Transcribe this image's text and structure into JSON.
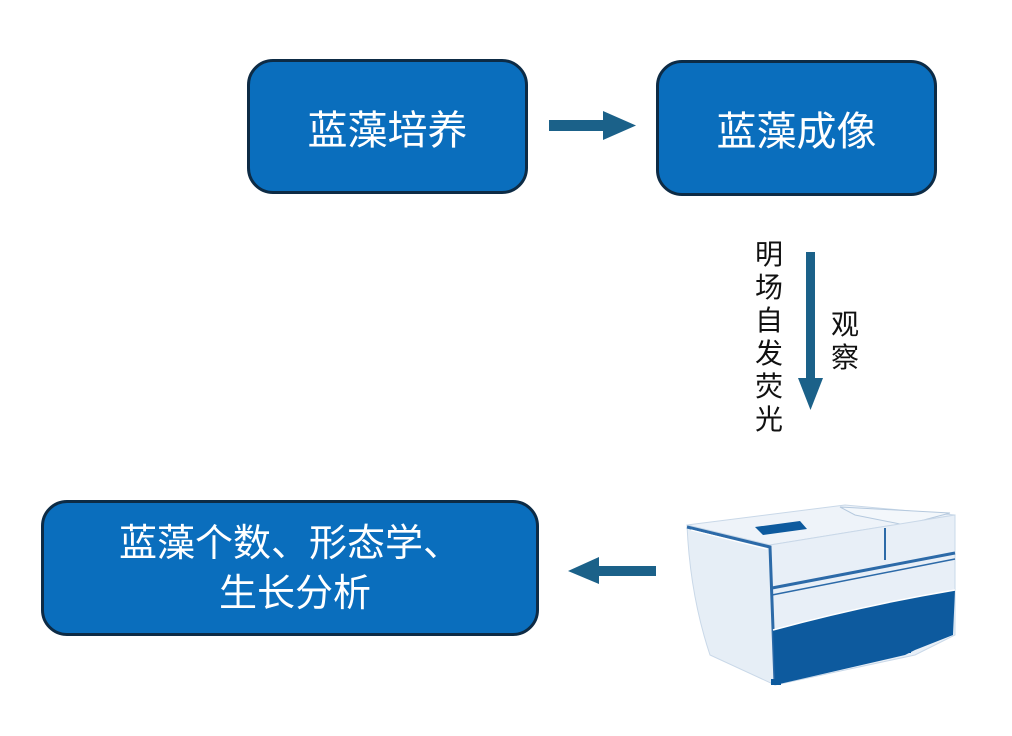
{
  "nodes": {
    "culture": "蓝藻培养",
    "imaging": "蓝藻成像",
    "analysis_line1": "蓝藻个数、形态学、",
    "analysis_line2": "生长分析"
  },
  "edge_labels": {
    "imaging_modes": [
      "明",
      "场",
      "自",
      "发",
      "荧",
      "光"
    ],
    "observe": [
      "观",
      "察"
    ]
  },
  "colors": {
    "box_fill": "#0a6ebd",
    "box_border": "#0d2b45",
    "arrow": "#1b6189",
    "instrument_dark": "#0d5a9e",
    "instrument_light": "#e6eef6"
  },
  "icons": {
    "instrument": "imaging-instrument-icon"
  }
}
